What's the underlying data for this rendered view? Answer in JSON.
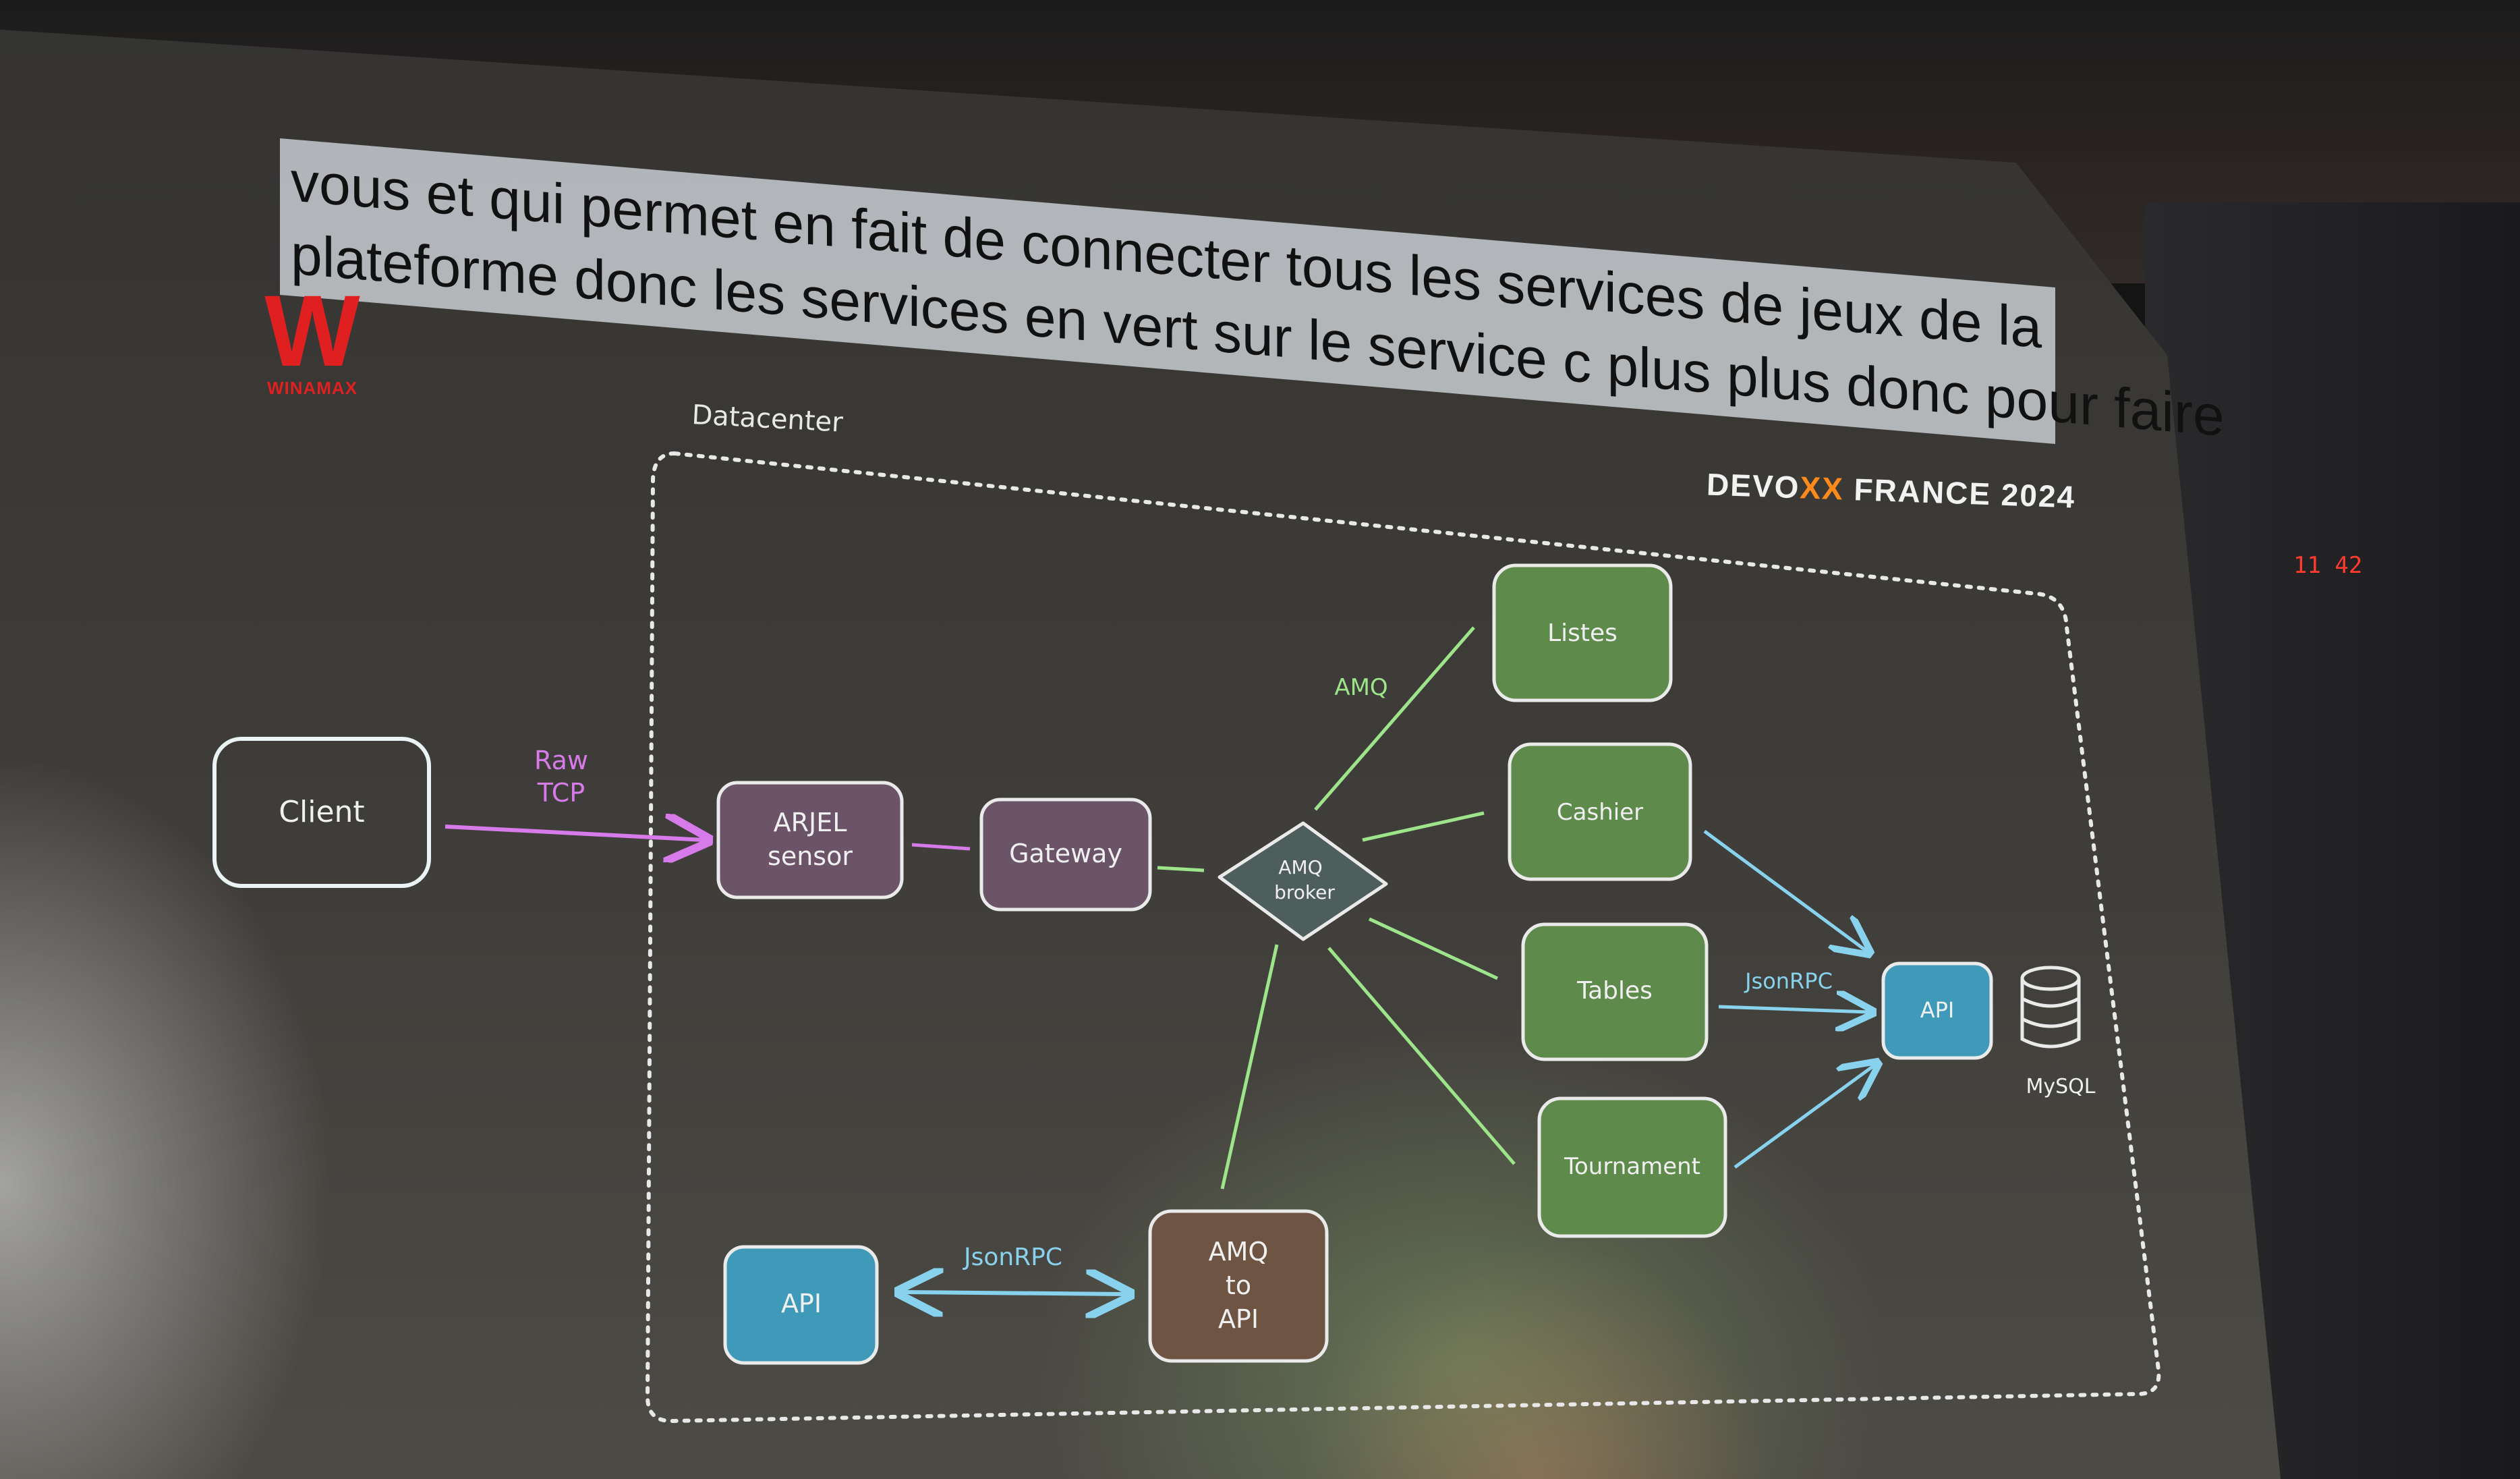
{
  "caption_lines": [
    "vous et qui permet en fait de connecter tous les services de jeux de la",
    "plateforme donc les services en vert sur le service c plus plus donc pour faire"
  ],
  "logo": {
    "letter": "W",
    "name": "WINAMAX"
  },
  "event_badge": {
    "pre": "DEVO",
    "xx": "XX",
    "post": " FRANCE 2024"
  },
  "clock": "11 42",
  "diagram": {
    "datacenter_label": "Datacenter",
    "nodes": {
      "client": "Client",
      "arjel": [
        "ARJEL",
        "sensor"
      ],
      "gateway": "Gateway",
      "broker": [
        "AMQ",
        "broker"
      ],
      "listes": "Listes",
      "cashier": "Cashier",
      "tables": "Tables",
      "tournament": "Tournament",
      "api_right": "API",
      "api_bottom": "API",
      "amq_to_api": [
        "AMQ",
        "to",
        "API"
      ],
      "mysql": "MySQL"
    },
    "edge_labels": {
      "raw_tcp": [
        "Raw",
        "TCP"
      ],
      "amq": "AMQ",
      "jsonrpc_right": "JsonRPC",
      "jsonrpc_bottom": "JsonRPC"
    },
    "colors": {
      "purple_node": "#6b5468",
      "green_node": "#5e8a4c",
      "blue_node": "#3e9ab8",
      "brown_node": "#6e5443",
      "broker_node": "#4e5e5c",
      "raw_tcp_arrow": "#d77bea",
      "amq_line": "#9de48a",
      "jsonrpc_arrow": "#88d2ee"
    }
  }
}
